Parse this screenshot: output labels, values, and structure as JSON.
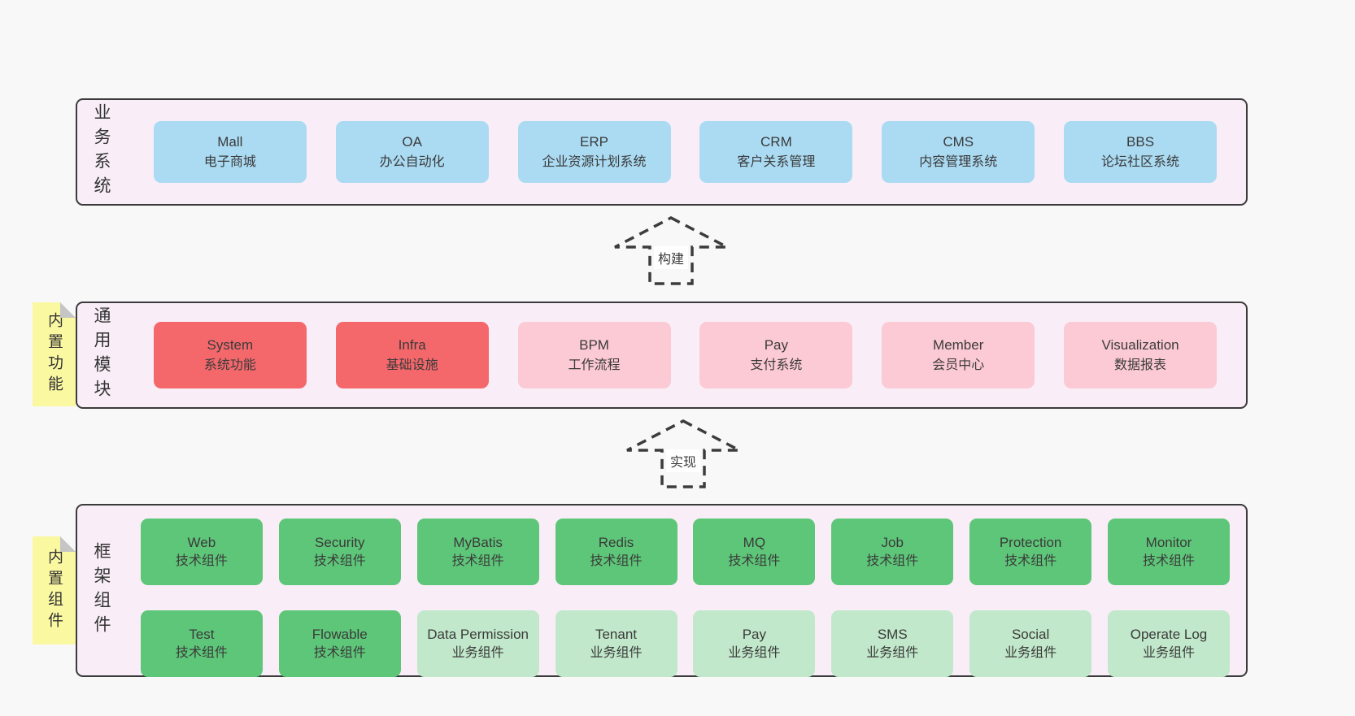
{
  "colors": {
    "page-bg": "#f8f8f8",
    "panel-bg": "#f9eef7",
    "panel-border": "#3b3b3b",
    "blue": "#abdbf3",
    "red": "#f4686c",
    "pink": "#fccad4",
    "green-dark": "#5ec679",
    "green-light": "#c1e8ca",
    "yellow": "#fbf8a2",
    "fold-gray": "#c5c5c5",
    "text": "#3a3a3a"
  },
  "layers": {
    "business": {
      "label": "业务系统",
      "boxes": [
        {
          "en": "Mall",
          "zh": "电子商城"
        },
        {
          "en": "OA",
          "zh": "办公自动化"
        },
        {
          "en": "ERP",
          "zh": "企业资源计划系统"
        },
        {
          "en": "CRM",
          "zh": "客户关系管理"
        },
        {
          "en": "CMS",
          "zh": "内容管理系统"
        },
        {
          "en": "BBS",
          "zh": "论坛社区系统"
        }
      ]
    },
    "modules": {
      "label": "通用模块",
      "sticky": "内置功能",
      "boxes": [
        {
          "en": "System",
          "zh": "系统功能"
        },
        {
          "en": "Infra",
          "zh": "基础设施"
        },
        {
          "en": "BPM",
          "zh": "工作流程"
        },
        {
          "en": "Pay",
          "zh": "支付系统"
        },
        {
          "en": "Member",
          "zh": "会员中心"
        },
        {
          "en": "Visualization",
          "zh": "数据报表"
        }
      ]
    },
    "components": {
      "label": "框架组件",
      "sticky": "内置组件",
      "row1": [
        {
          "en": "Web",
          "zh": "技术组件"
        },
        {
          "en": "Security",
          "zh": "技术组件"
        },
        {
          "en": "MyBatis",
          "zh": "技术组件"
        },
        {
          "en": "Redis",
          "zh": "技术组件"
        },
        {
          "en": "MQ",
          "zh": "技术组件"
        },
        {
          "en": "Job",
          "zh": "技术组件"
        },
        {
          "en": "Protection",
          "zh": "技术组件"
        },
        {
          "en": "Monitor",
          "zh": "技术组件"
        }
      ],
      "row2": [
        {
          "en": "Test",
          "zh": "技术组件"
        },
        {
          "en": "Flowable",
          "zh": "技术组件"
        },
        {
          "en": "Data Permission",
          "zh": "业务组件"
        },
        {
          "en": "Tenant",
          "zh": "业务组件"
        },
        {
          "en": "Pay",
          "zh": "业务组件"
        },
        {
          "en": "SMS",
          "zh": "业务组件"
        },
        {
          "en": "Social",
          "zh": "业务组件"
        },
        {
          "en": "Operate Log",
          "zh": "业务组件"
        }
      ]
    }
  },
  "arrows": {
    "build": "构建",
    "implement": "实现"
  }
}
